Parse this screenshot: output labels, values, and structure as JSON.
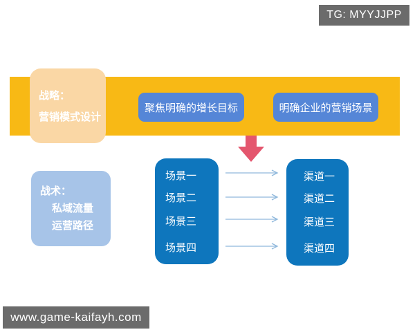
{
  "watermarks": {
    "tg_badge": "TG: MYYJJPP",
    "site_badge": "www.game-kaifayh.com"
  },
  "strategy": {
    "title_line1": "战略：",
    "title_line2": "营销模式设计",
    "goal_button": "聚焦明确的增长目标",
    "scene_button": "明确企业的营销场景"
  },
  "tactics": {
    "title_line1": "战术：",
    "title_line2": "私域流量",
    "title_line3": "运营路径"
  },
  "flow": {
    "scenarios": [
      "场景一",
      "场景二",
      "场景三",
      "场景四"
    ],
    "channels": [
      "渠道一",
      "渠道二",
      "渠道三",
      "渠道四"
    ]
  },
  "colors": {
    "band_yellow": "#f8b915",
    "strategy_peach": "#fad7a5",
    "button_blue": "#5586d7",
    "arrow_red": "#e4566e",
    "tactics_light_blue": "#a7c4e8",
    "flow_box_blue": "#0e76bd",
    "connector_blue": "#8fb8dc",
    "badge_gray": "#6b6b6b"
  }
}
